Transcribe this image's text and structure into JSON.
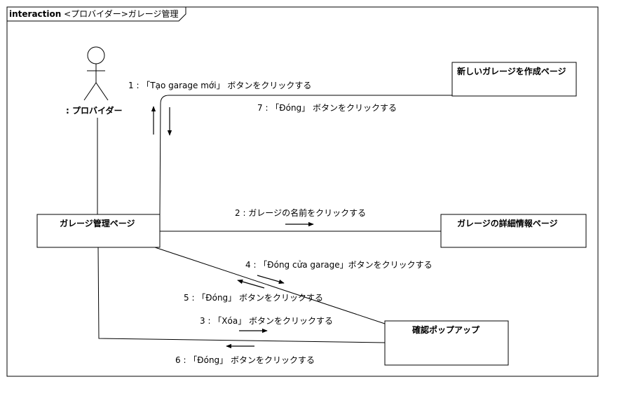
{
  "frame": {
    "keyword": "interaction",
    "title": "<プロバイダー>ガレージ管理"
  },
  "actor": {
    "name": ": プロバイダー"
  },
  "objects": {
    "manage_page": "ガレージ管理ページ",
    "create_page": "新しいガレージを作成ページ",
    "detail_page": "ガレージの詳細情報ページ",
    "confirm_popup": "確認ポップアップ"
  },
  "messages": {
    "m1": "1 : 「Tạo garage mới」 ボタンをクリックする",
    "m2": "2 : ガレージの名前をクリックする",
    "m3": "3 : 「Xóa」 ボタンをクリックする",
    "m4": "4 : 「Đóng cửa garage」ボタンをクリックする",
    "m5": "5 : 「Đóng」 ボタンをクリックする",
    "m6": "6 : 「Đóng」 ボタンをクリックする",
    "m7": "7 : 「Đóng」 ボタンをクリックする"
  }
}
